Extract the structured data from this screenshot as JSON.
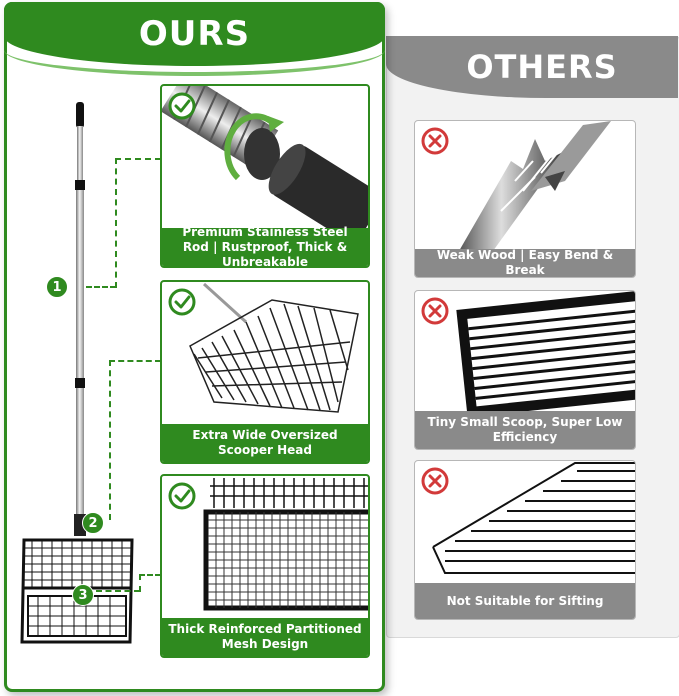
{
  "ours": {
    "title": "OURS",
    "features": [
      {
        "number": "1",
        "caption": "Premium Stainless Steel Rod | Rustproof, Thick & Unbreakable",
        "status": "check-icon"
      },
      {
        "number": "2",
        "caption": "Extra Wide Oversized Scooper Head",
        "status": "check-icon"
      },
      {
        "number": "3",
        "caption": "Thick Reinforced Partitioned Mesh Design",
        "status": "check-icon"
      }
    ]
  },
  "others": {
    "title": "OTHERS",
    "items": [
      {
        "caption": "Weak Wood | Easy Bend & Break",
        "status": "x-icon"
      },
      {
        "caption": "Tiny Small Scoop, Super Low Efficiency",
        "status": "x-icon"
      },
      {
        "caption": "Not Suitable for Sifting",
        "status": "x-icon"
      }
    ]
  },
  "colors": {
    "brand_green": "#2f8a1f",
    "light_green": "#7ec26b",
    "others_gray": "#8a8a8a",
    "fail_red": "#d23a3a"
  }
}
